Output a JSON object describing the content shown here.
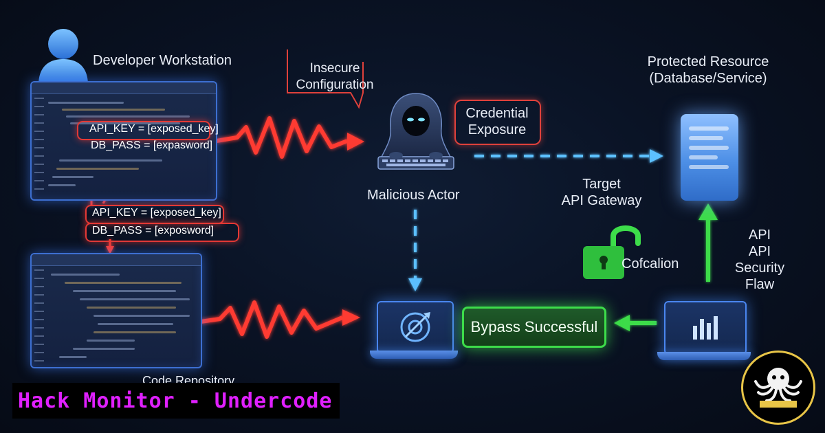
{
  "nodes": {
    "developer_workstation": "Developer Workstation",
    "insecure_configuration": "Insecure\nConfiguration",
    "credential_exposure": "Credential\nExposure",
    "malicious_actor": "Malicious Actor",
    "protected_resource": "Protected Resource\n(Database/Service)",
    "target_api_gateway": "Target\nAPI Gateway",
    "cofcalion": "Cofcalion",
    "api_security_flaw": "API\nAPI Security\nFlaw",
    "bypass_successful": "Bypass Successful",
    "code_repository": "Code Repository"
  },
  "code": {
    "api_key_in_window": "API_KEY = [exposed_key]",
    "db_pass_in_window": "DB_PASS = [expasword]",
    "api_key_leaked": "API_KEY = [exposed_key]",
    "db_pass_leaked": "DB_PASS = [exposword]"
  },
  "banner": {
    "text": "Hack Monitor - Undercode"
  },
  "colors": {
    "threat": "#e53935",
    "success": "#3ddc4a",
    "flow": "#5bc0ff",
    "device": "#4a86f0",
    "banner_text": "#e020ff"
  },
  "icons": [
    "user-icon",
    "hacker-icon",
    "server-icon",
    "laptop-icon",
    "chart-icon",
    "unlocked-padlock-icon",
    "octopus-logo"
  ]
}
